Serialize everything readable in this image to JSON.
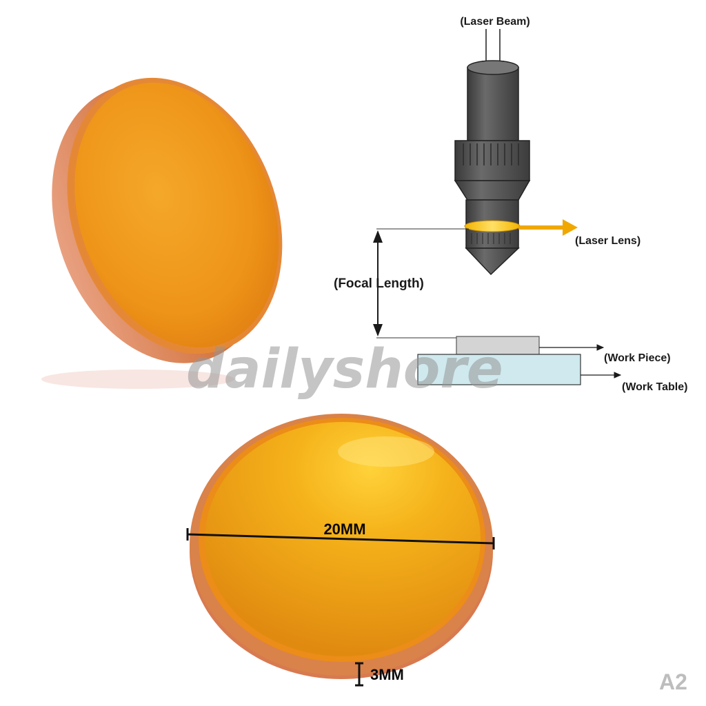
{
  "diagram": {
    "laser_beam_label": "(Laser Beam)",
    "laser_lens_label": "(Laser Lens)",
    "focal_length_label": "(Focal Length)",
    "work_piece_label": "(Work Piece)",
    "work_table_label": "(Work Table)"
  },
  "lens_photo": {
    "diameter_label": "20MM",
    "thickness_label": "3MM"
  },
  "watermark": "dailyshore",
  "corner_tag": "A2",
  "colors": {
    "lens_face": "#f2a21a",
    "lens_edge": "#d9824a",
    "beam_arrow": "#f0a800",
    "nozzle": "#555555"
  }
}
